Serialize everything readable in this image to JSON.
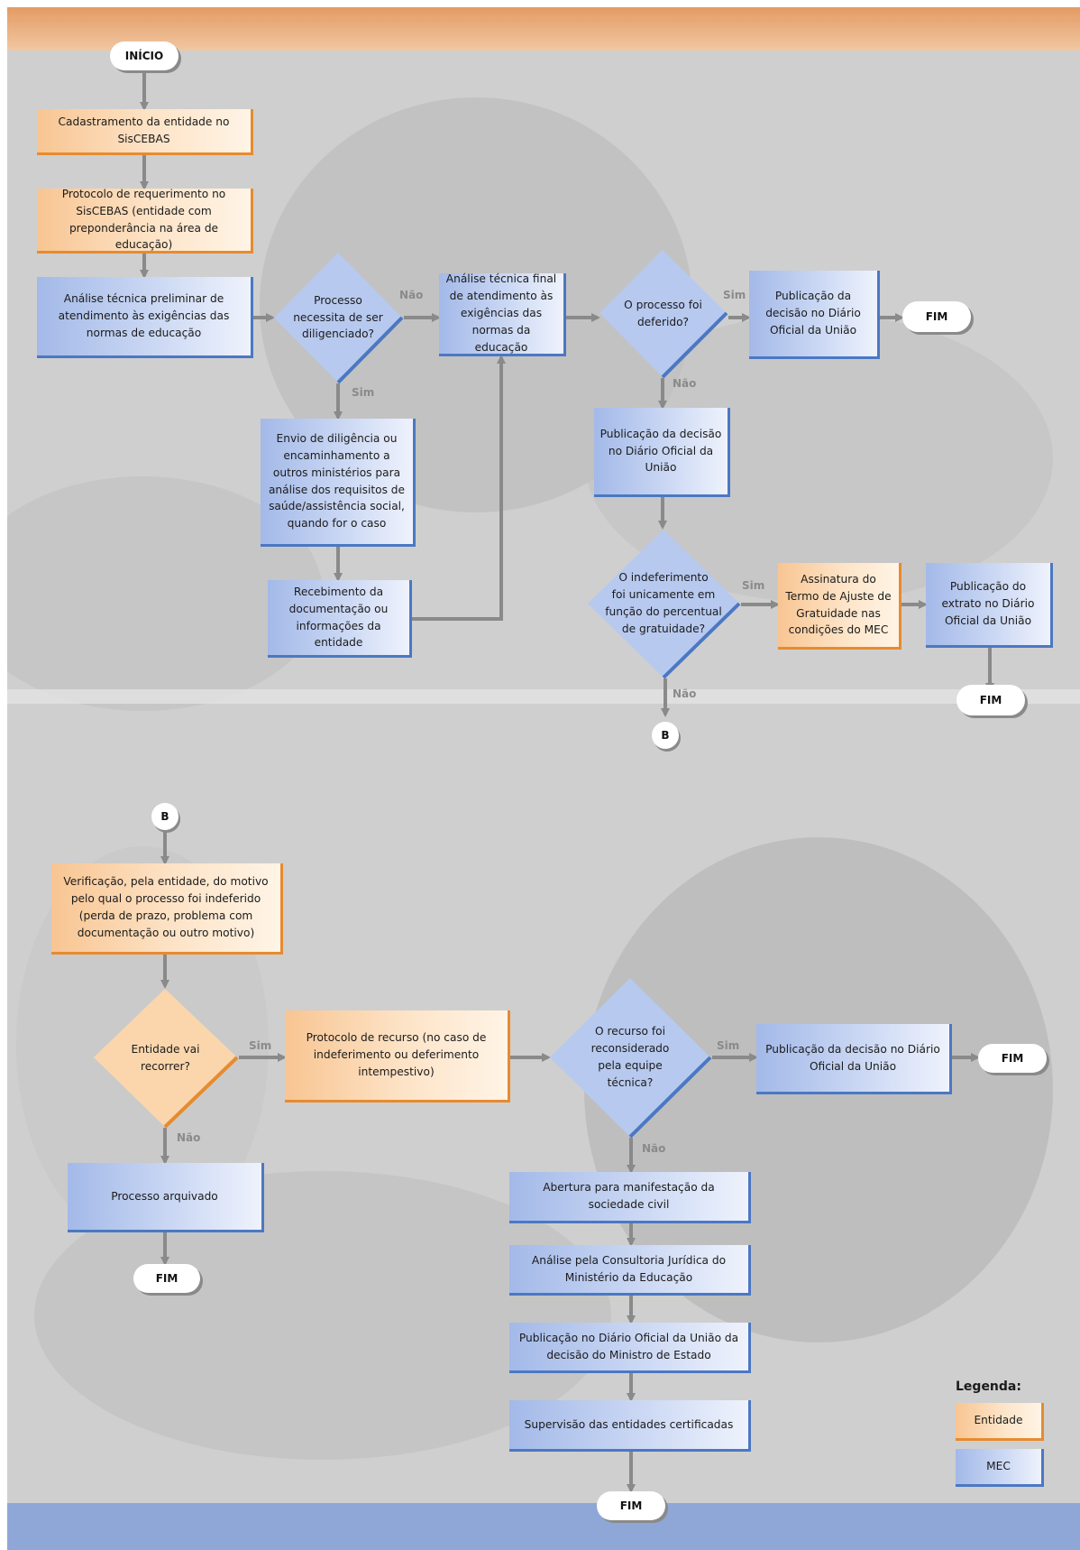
{
  "colors": {
    "entidade": "#fbd6ad",
    "entidade_border": "#e78b2f",
    "mec": "#b7c9ef",
    "mec_border": "#4b78c3",
    "connector": "#8a8a8a",
    "header_band": "#e9a774",
    "footer_band": "#8fa7d6"
  },
  "nodes": {
    "inicio": "INÍCIO",
    "cadastramento": "Cadastramento da entidade no SisCEBAS",
    "protocolo_req": "Protocolo de requerimento no SisCEBAS (entidade com preponderância na área de educação)",
    "analise_preliminar": "Análise técnica preliminar de atendimento às exigências das normas de educação",
    "d_diligenciado": [
      "Processo",
      "necessita de ser",
      "diligenciado?"
    ],
    "envio_diligencia": "Envio de diligência ou encaminhamento a outros ministérios para análise dos requisitos de saúde/assistência social, quando for o caso",
    "recebimento": "Recebimento da documentação ou informações da entidade",
    "analise_final": "Análise técnica final de atendimento às exigências das normas da educação",
    "d_deferido": [
      "O processo foi",
      "deferido?"
    ],
    "pub_deferido": "Publicação da decisão no Diário Oficial da União",
    "fim_1": "FIM",
    "pub_indeferido": "Publicação da decisão no Diário Oficial da União",
    "d_gratuidade": [
      "O indeferimento",
      "foi unicamente em",
      "função do percentual",
      "de gratuidade?"
    ],
    "assinatura": "Assinatura do Termo de Ajuste de Gratuidade nas condições do MEC",
    "pub_extrato": "Publicação do extrato no Diário Oficial da União",
    "fim_2": "FIM",
    "conector_b1": "B",
    "conector_b2": "B",
    "verificacao": "Verificação, pela entidade, do motivo pelo qual o processo foi indeferido (perda de prazo, problema com documentação ou outro motivo)",
    "d_recorrer": [
      "Entidade vai",
      "recorrer?"
    ],
    "protocolo_recurso": "Protocolo de recurso (no caso de indeferimento ou deferimento intempestivo)",
    "arquivado": "Processo arquivado",
    "fim_3": "FIM",
    "d_reconsiderado": [
      "O recurso foi",
      "reconsiderado",
      "pela equipe",
      "técnica?"
    ],
    "pub_recurso": "Publicação da decisão no Diário Oficial da União",
    "fim_4": "FIM",
    "abertura": "Abertura para manifestação da sociedade civil",
    "consultoria": "Análise pela Consultoria Jurídica do Ministério da Educação",
    "pub_ministro": "Publicação no Diário Oficial da União da decisão do Ministro de Estado",
    "supervisao": "Supervisão das entidades certificadas",
    "fim_5": "FIM"
  },
  "labels": {
    "nao_1": "Não",
    "sim_1": "Sim",
    "sim_2": "Sim",
    "nao_2": "Não",
    "sim_3": "Sim",
    "nao_3": "Não",
    "sim_4": "Sim",
    "nao_4": "Não",
    "sim_5": "Sim",
    "nao_5": "Não"
  },
  "legend": {
    "title": "Legenda:",
    "entidade": "Entidade",
    "mec": "MEC"
  }
}
